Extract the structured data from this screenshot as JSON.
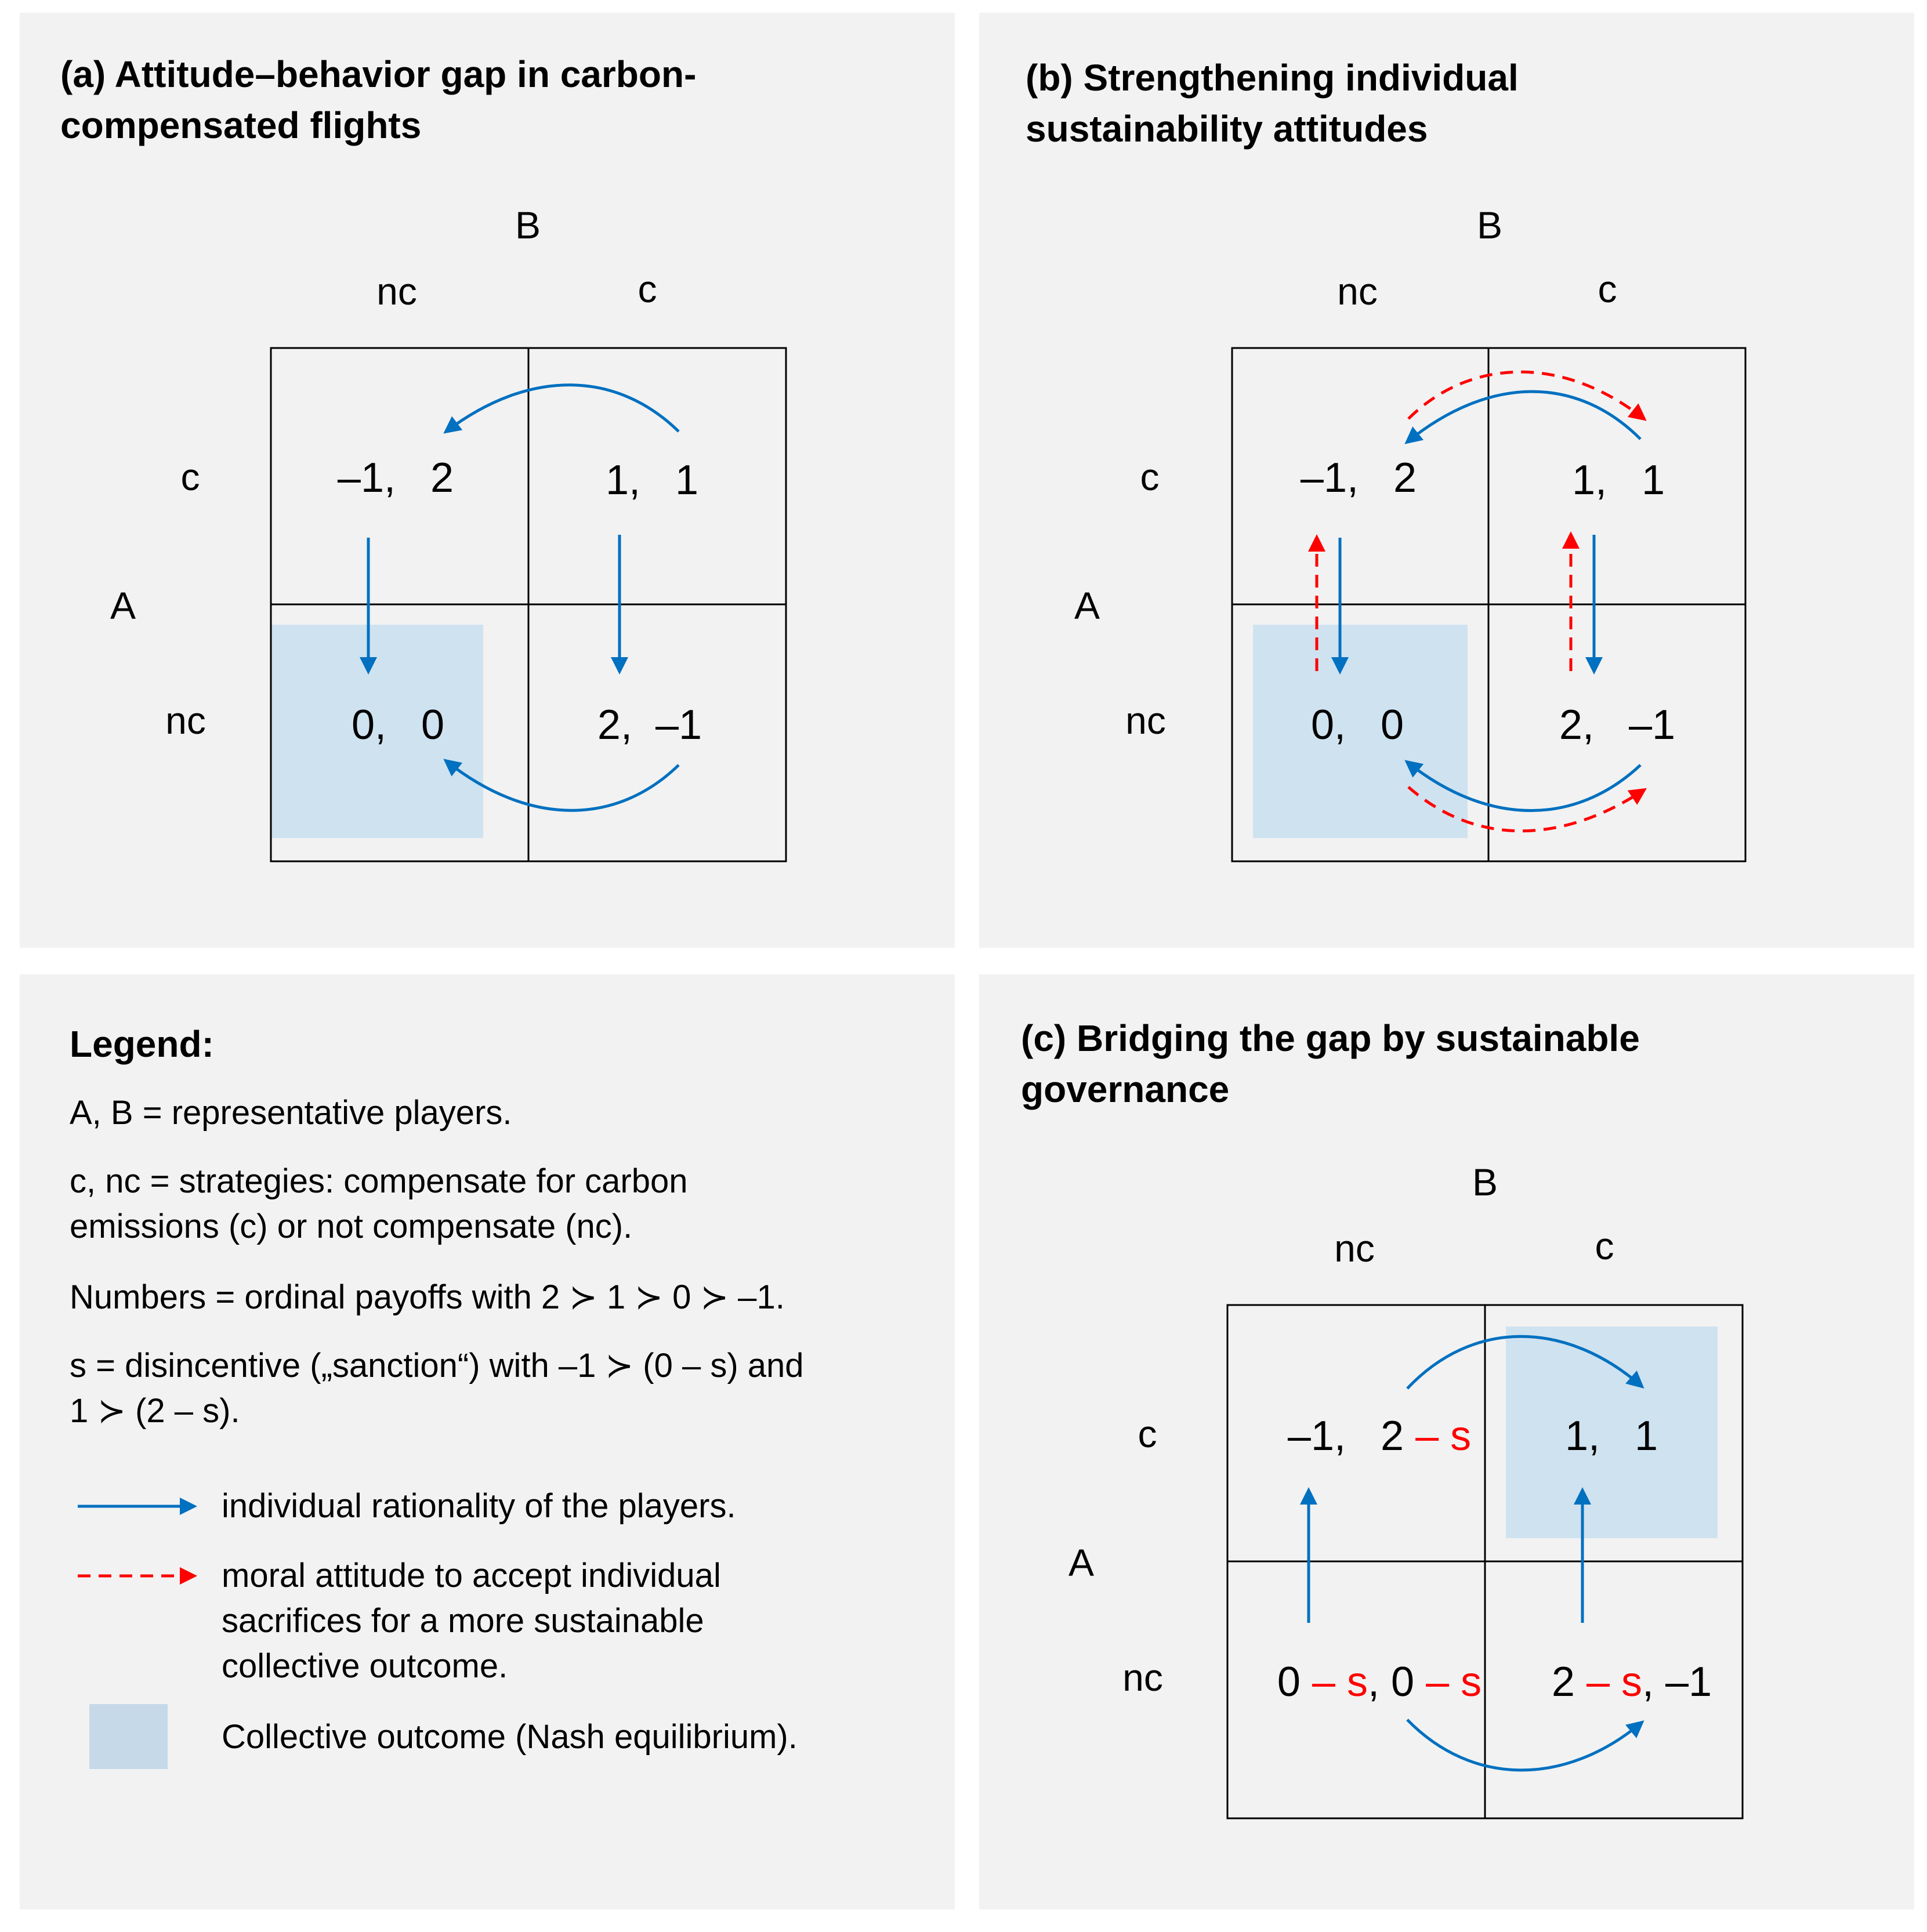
{
  "panel_a": {
    "title_line1": "(a) Attitude–behavior gap in carbon-",
    "title_line2": "compensated flights",
    "player_col": "B",
    "player_row": "A",
    "col_nc": "nc",
    "col_c": "c",
    "row_c": "c",
    "row_nc": "nc",
    "cell_c_nc": "–1,   2",
    "cell_c_c": "1,   1",
    "cell_nc_nc": "0,   0",
    "cell_nc_c": "2,  –1"
  },
  "panel_b": {
    "title_line1": "(b) Strengthening individual",
    "title_line2": "sustainability attitudes",
    "player_col": "B",
    "player_row": "A",
    "col_nc": "nc",
    "col_c": "c",
    "row_c": "c",
    "row_nc": "nc",
    "cell_c_nc": "–1,   2",
    "cell_c_c": "1,   1",
    "cell_nc_nc": "0,   0",
    "cell_nc_c": "2,   –1"
  },
  "panel_c": {
    "title_line1": "(c) Bridging the gap by sustainable",
    "title_line2": "governance",
    "player_col": "B",
    "player_row": "A",
    "col_nc": "nc",
    "col_c": "c",
    "row_c": "c",
    "row_nc": "nc",
    "cell_c_nc_a": "–1,   2 ",
    "cell_c_nc_s": "– s",
    "cell_c_c": "1,   1",
    "cell_nc_nc_a": "0 ",
    "cell_nc_nc_s1": "– s",
    "cell_nc_nc_b": ", 0 ",
    "cell_nc_nc_s2": "– s",
    "cell_nc_c_a": "2 ",
    "cell_nc_c_s": "– s",
    "cell_nc_c_b": ", –1"
  },
  "legend": {
    "title": "Legend:",
    "players": "A, B = representative players.",
    "strategies_line1": "c, nc = strategies: compensate for carbon",
    "strategies_line2": "emissions (c) or not compensate (nc).",
    "numbers": "Numbers = ordinal payoffs with 2 ≻ 1 ≻ 0 ≻ –1.",
    "s_line1": "s = disincentive („sanction“) with –1 ≻ (0 – s) and",
    "s_line2": "1 ≻ (2 – s).",
    "blue_arrow": "individual rationality  of the players.",
    "red_arrow_line1": "moral attitude to accept individual",
    "red_arrow_line2": "sacrifices for a more sustainable",
    "red_arrow_line3": "collective outcome.",
    "box": "Collective outcome (Nash equilibrium)."
  },
  "colors": {
    "panel_bg": "#f2f2f2",
    "blue_arrow": "#0070c0",
    "red_arrow": "#ff0000",
    "nash_box": "#cfe2f0",
    "legend_box": "#c6d9e9"
  }
}
